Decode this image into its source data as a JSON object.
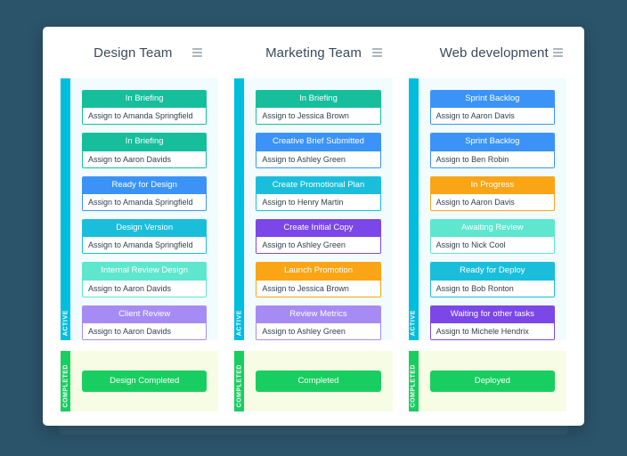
{
  "theme": {
    "page_bg": "#2b5369",
    "card_bg": "#ffffff",
    "active_lane_bg": "#f2fcfe",
    "active_bar": "#00bedd",
    "completed_lane_bg": "#f7fce4",
    "completed_bar": "#19ce60",
    "completed_pill": "#19ce60",
    "title_color": "#3a4a5c"
  },
  "icons": {
    "menu": "hamburger-menu-icon"
  },
  "lane_labels": {
    "active": "ACTIVE",
    "completed": "COMPLETED"
  },
  "columns": [
    {
      "title": "Design Team",
      "tasks": [
        {
          "title": "In Briefing",
          "assignee": "Assign to Amanda Springfield",
          "color": "#17be9c"
        },
        {
          "title": "In Briefing",
          "assignee": "Assign to Aaron Davids",
          "color": "#17be9c"
        },
        {
          "title": "Ready for Design",
          "assignee": "Assign to Amanda Springfield",
          "color": "#3b93f7"
        },
        {
          "title": "Design Version",
          "assignee": "Assign to Amanda Springfield",
          "color": "#1abedb"
        },
        {
          "title": "Internal Review Design",
          "assignee": "Assign to Aaron Davids",
          "color": "#5ee6ce"
        },
        {
          "title": "Client Review",
          "assignee": "Assign to Aaron Davids",
          "color": "#a78bf5"
        }
      ],
      "completed": "Design Completed"
    },
    {
      "title": "Marketing Team",
      "tasks": [
        {
          "title": "In Briefing",
          "assignee": "Assign to Jessica Brown",
          "color": "#17be9c"
        },
        {
          "title": "Creative Brief Submitted",
          "assignee": "Assign to Ashley Green",
          "color": "#3b93f7"
        },
        {
          "title": "Create Promotional Plan",
          "assignee": "Assign to Henry Martin",
          "color": "#1abedb"
        },
        {
          "title": "Create Initial Copy",
          "assignee": "Assign to Ashley Green",
          "color": "#7b47e8"
        },
        {
          "title": "Launch Promotion",
          "assignee": "Assign to Jessica Brown",
          "color": "#f9a516"
        },
        {
          "title": "Review Metrics",
          "assignee": "Assign to Ashley Green",
          "color": "#a78bf5"
        }
      ],
      "completed": "Completed"
    },
    {
      "title": "Web development",
      "tasks": [
        {
          "title": "Sprint Backlog",
          "assignee": "Assign to Aaron Davis",
          "color": "#3b93f7"
        },
        {
          "title": "Sprint Backlog",
          "assignee": "Assign to Ben Robin",
          "color": "#3b93f7"
        },
        {
          "title": "In Progress",
          "assignee": "Assign to Aaron Davis",
          "color": "#f9a516"
        },
        {
          "title": "Awaiting Review",
          "assignee": "Assign to Nick Cool",
          "color": "#5ee6ce"
        },
        {
          "title": "Ready for Deploy",
          "assignee": "Assign to Bob Ronton",
          "color": "#1abedb"
        },
        {
          "title": "Waiting for other tasks",
          "assignee": "Assign to Michele Hendrix",
          "color": "#7b47e8"
        }
      ],
      "completed": "Deployed"
    }
  ]
}
